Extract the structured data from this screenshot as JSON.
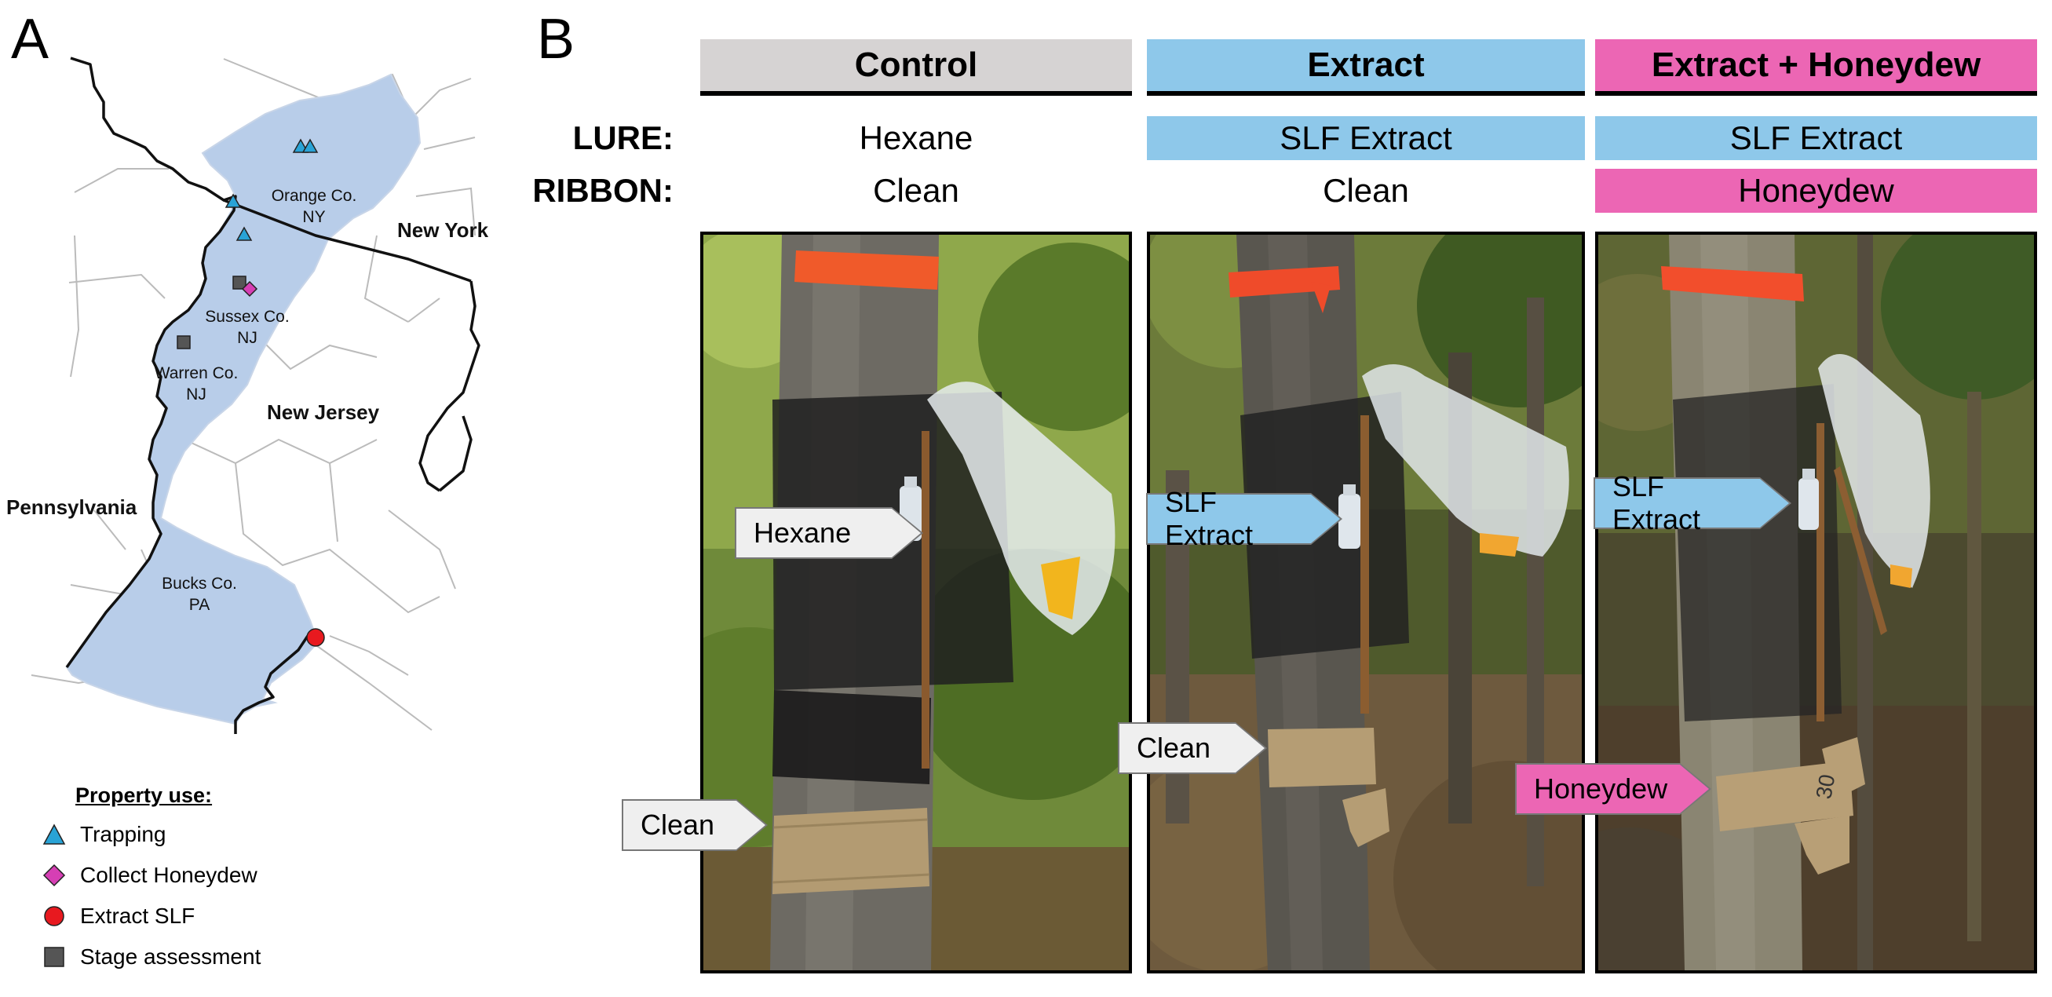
{
  "panel_a": {
    "letter": "A",
    "counties": [
      {
        "name": "Orange Co.",
        "state": "NY"
      },
      {
        "name": "Sussex Co.",
        "state": "NJ"
      },
      {
        "name": "Warren Co.",
        "state": "NJ"
      },
      {
        "name": "Bucks Co.",
        "state": "PA"
      }
    ],
    "states": {
      "new_york": "New York",
      "new_jersey": "New Jersey",
      "pennsylvania": "Pennsylvania"
    },
    "legend": {
      "title": "Property use:",
      "items": [
        {
          "label": "Trapping",
          "symbol": "triangle",
          "color": "#29a3d6"
        },
        {
          "label": "Collect Honeydew",
          "symbol": "diamond",
          "color": "#d63fb4"
        },
        {
          "label": "Extract SLF",
          "symbol": "circle",
          "color": "#e8191f"
        },
        {
          "label": "Stage assessment",
          "symbol": "square",
          "color": "#555555"
        }
      ]
    },
    "colors": {
      "highlight": "#b8cde9",
      "border": "#111111",
      "boundary": "#bbbbbb"
    }
  },
  "panel_b": {
    "letter": "B",
    "row_labels": {
      "lure": "LURE:",
      "ribbon": "RIBBON:"
    },
    "columns": [
      {
        "header": "Control",
        "header_color": "#d6d3d3",
        "lure": "Hexane",
        "ribbon": "Clean"
      },
      {
        "header": "Extract",
        "header_color": "#8ec8ea",
        "lure": "SLF Extract",
        "lure_color": "#8ec8ea",
        "ribbon": "Clean"
      },
      {
        "header": "Extract + Honeydew",
        "header_color": "#ec66b4",
        "lure": "SLF Extract",
        "lure_color": "#8ec8ea",
        "ribbon": "Honeydew",
        "ribbon_color": "#ec66b4"
      }
    ],
    "callouts": {
      "control_lure": "Hexane",
      "control_ribbon": "Clean",
      "extract_lure": "SLF Extract",
      "extract_ribbon": "Clean",
      "honeydew_lure": "SLF Extract",
      "honeydew_ribbon": "Honeydew"
    },
    "ribbon_number": "30"
  }
}
